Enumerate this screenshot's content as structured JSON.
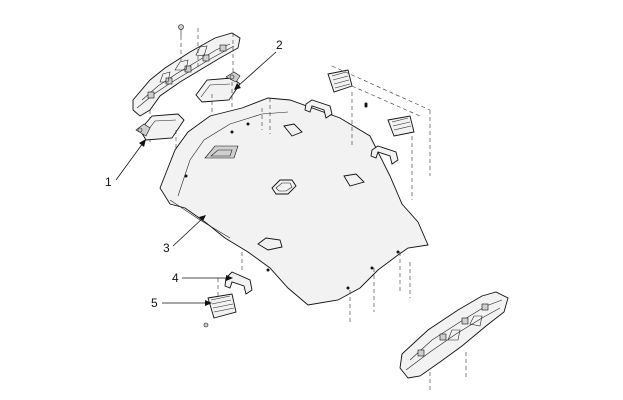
{
  "callouts": [
    {
      "id": "1",
      "label": "1"
    },
    {
      "id": "2",
      "label": "2"
    },
    {
      "id": "3",
      "label": "3"
    },
    {
      "id": "4",
      "label": "4"
    },
    {
      "id": "5",
      "label": "5"
    }
  ],
  "icons": [
    "sun-visor-icon",
    "headliner-icon",
    "assist-grip-icon",
    "grip-bracket-icon",
    "roof-rail-icon"
  ]
}
